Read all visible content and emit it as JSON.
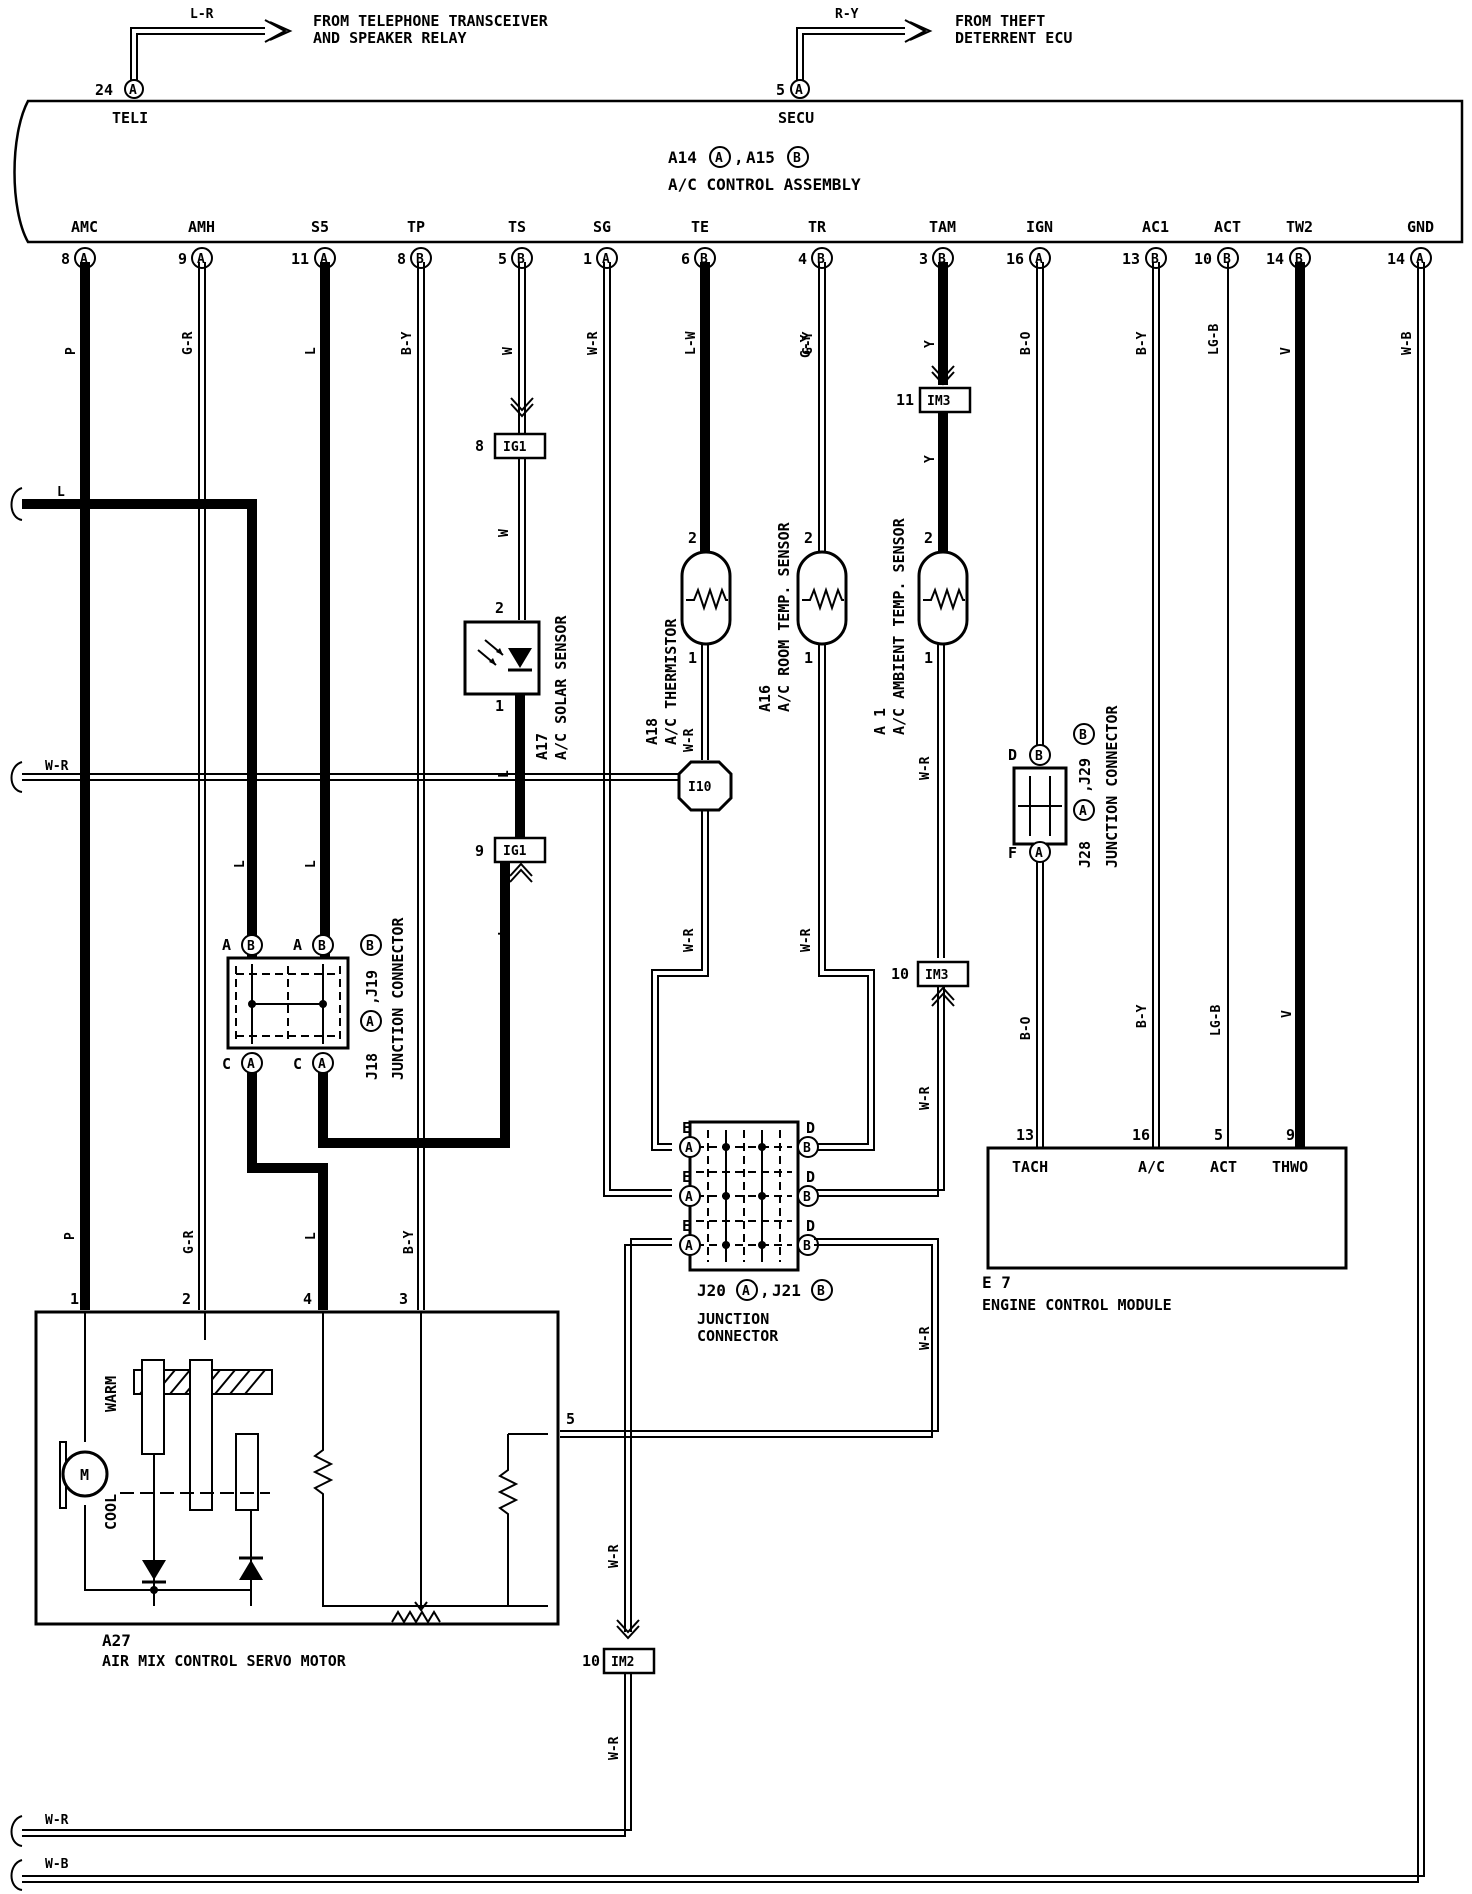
{
  "incoming": {
    "tel_color": "L-R",
    "tel_from_1": "FROM TELEPHONE TRANSCEIVER",
    "tel_from_2": "AND SPEAKER RELAY",
    "tel_pin": "24",
    "tel_conn": "A",
    "tel_name": "TELI",
    "theft_color": "R-Y",
    "theft_from_1": "FROM THEFT",
    "theft_from_2": "DETERRENT ECU",
    "theft_pin": "5",
    "theft_conn": "A",
    "theft_name": "SECU"
  },
  "ac_control": {
    "id_a": "A14",
    "id_b": "A15",
    "conn_a": "A",
    "conn_b": "B",
    "sep": ",",
    "name": "A/C CONTROL ASSEMBLY"
  },
  "terminals": [
    {
      "name": "AMC",
      "pin": "8",
      "conn": "A",
      "color": "P"
    },
    {
      "name": "AMH",
      "pin": "9",
      "conn": "A",
      "color": "G-R"
    },
    {
      "name": "S5",
      "pin": "11",
      "conn": "A",
      "color": "L"
    },
    {
      "name": "TP",
      "pin": "8",
      "conn": "B",
      "color": "B-Y"
    },
    {
      "name": "TS",
      "pin": "5",
      "conn": "B",
      "color": "W"
    },
    {
      "name": "SG",
      "pin": "1",
      "conn": "A",
      "color": "W-R"
    },
    {
      "name": "TE",
      "pin": "6",
      "conn": "B",
      "color": "L-W"
    },
    {
      "name": "TR",
      "pin": "4",
      "conn": "B",
      "color": "G-Y"
    },
    {
      "name": "TAM",
      "pin": "3",
      "conn": "B",
      "color": "Y"
    },
    {
      "name": "IGN",
      "pin": "16",
      "conn": "A",
      "color": "B-O"
    },
    {
      "name": "AC1",
      "pin": "13",
      "conn": "B",
      "color": "B-Y"
    },
    {
      "name": "ACT",
      "pin": "10",
      "conn": "B",
      "color": "LG-B"
    },
    {
      "name": "TW2",
      "pin": "14",
      "conn": "B",
      "color": "V"
    },
    {
      "name": "GND",
      "pin": "14",
      "conn": "A",
      "color": "W-B"
    }
  ],
  "left_wires": {
    "l_color": "L",
    "wr_color": "W-R"
  },
  "solar": {
    "ig1_top_pin": "8",
    "ig1_label": "IG1",
    "w_color": "W",
    "pin2": "2",
    "pin1": "1",
    "id": "A17",
    "name": "A/C SOLAR SENSOR",
    "l_color": "L",
    "ig1_bot_pin": "9"
  },
  "thermistor": {
    "id": "A18",
    "name": "A/C THERMISTOR",
    "pin2": "2",
    "pin1": "1",
    "wr": "W-R"
  },
  "room_sensor": {
    "id": "A16",
    "name": "A/C ROOM TEMP. SENSOR",
    "pin2": "2",
    "pin1": "1",
    "gy": "G-Y"
  },
  "ambient_sensor": {
    "id": "A 1",
    "name": "A/C AMBIENT TEMP. SENSOR",
    "pin2": "2",
    "pin1": "1",
    "y": "Y",
    "wr": "W-R"
  },
  "im3_top": {
    "pin": "11",
    "label": "IM3"
  },
  "im3_bot": {
    "pin": "10",
    "label": "IM3"
  },
  "i10": {
    "label": "I10"
  },
  "j18": {
    "id_a": "J18",
    "id_b": "J19",
    "conn_a": "A",
    "conn_b": "B",
    "sep": ",",
    "name": "JUNCTION CONNECTOR",
    "pa": "A",
    "pb": "B",
    "pc": "C"
  },
  "j28": {
    "id_a": "J28",
    "id_b": "J29",
    "conn_a": "A",
    "conn_b": "B",
    "sep": ",",
    "name": "JUNCTION CONNECTOR",
    "pd": "D",
    "pf": "F"
  },
  "j20": {
    "id_a": "J20",
    "id_b": "J21",
    "conn_a": "A",
    "conn_b": "B",
    "sep": ",",
    "name_1": "JUNCTION",
    "name_2": "CONNECTOR",
    "pe": "E",
    "pd": "D"
  },
  "ecm": {
    "id": "E 7",
    "name": "ENGINE CONTROL MODULE",
    "pins": [
      {
        "pin": "13",
        "name": "TACH"
      },
      {
        "pin": "16",
        "name": "A/C"
      },
      {
        "pin": "5",
        "name": "ACT"
      },
      {
        "pin": "9",
        "name": "THWO"
      }
    ]
  },
  "servo": {
    "id": "A27",
    "name": "AIR MIX CONTROL SERVO MOTOR",
    "pins": [
      "1",
      "2",
      "4",
      "3",
      "5"
    ],
    "warm": "WARM",
    "cool": "COOL",
    "motor": "M"
  },
  "im2": {
    "pin": "10",
    "label": "IM2",
    "wr": "W-R"
  },
  "bottom": {
    "wr": "W-R",
    "wb": "W-B"
  },
  "wire_colors_lower": {
    "p": "P",
    "gr": "G-R",
    "l": "L",
    "by": "B-Y",
    "wr": "W-R",
    "bo": "B-O",
    "by2": "B-Y",
    "lgb": "LG-B",
    "v": "V"
  }
}
